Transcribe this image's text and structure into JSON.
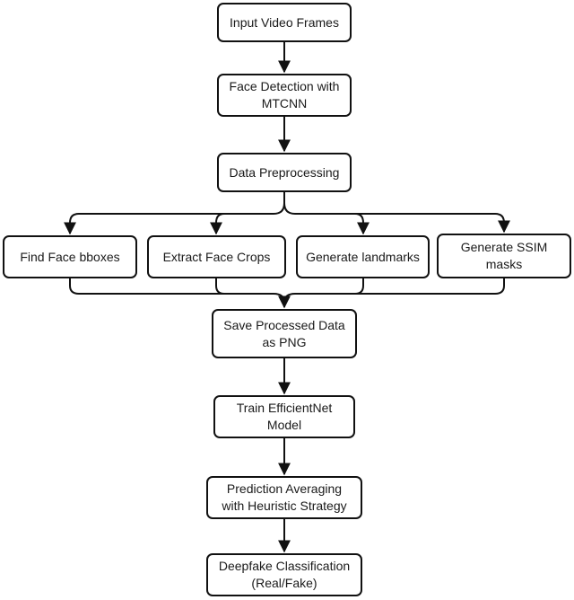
{
  "diagram": {
    "nodes": {
      "input_frames": "Input Video Frames",
      "face_detection": "Face Detection with\nMTCNN",
      "preprocessing": "Data Preprocessing",
      "find_bboxes": "Find Face bboxes",
      "extract_crops": "Extract Face Crops",
      "landmarks": "Generate landmarks",
      "ssim_masks": "Generate SSIM\nmasks",
      "save_png": "Save Processed Data\nas PNG",
      "train_model": "Train EfficientNet\nModel",
      "prediction": "Prediction Averaging\nwith Heuristic Strategy",
      "classification": "Deepfake Classification\n(Real/Fake)"
    },
    "edges": [
      [
        "input_frames",
        "face_detection"
      ],
      [
        "face_detection",
        "preprocessing"
      ],
      [
        "preprocessing",
        "find_bboxes"
      ],
      [
        "preprocessing",
        "extract_crops"
      ],
      [
        "preprocessing",
        "landmarks"
      ],
      [
        "preprocessing",
        "ssim_masks"
      ],
      [
        "find_bboxes",
        "save_png"
      ],
      [
        "extract_crops",
        "save_png"
      ],
      [
        "landmarks",
        "save_png"
      ],
      [
        "ssim_masks",
        "save_png"
      ],
      [
        "save_png",
        "train_model"
      ],
      [
        "train_model",
        "prediction"
      ],
      [
        "prediction",
        "classification"
      ]
    ],
    "colors": {
      "stroke": "#111111",
      "text": "#1a1a1a",
      "background": "#ffffff"
    }
  }
}
